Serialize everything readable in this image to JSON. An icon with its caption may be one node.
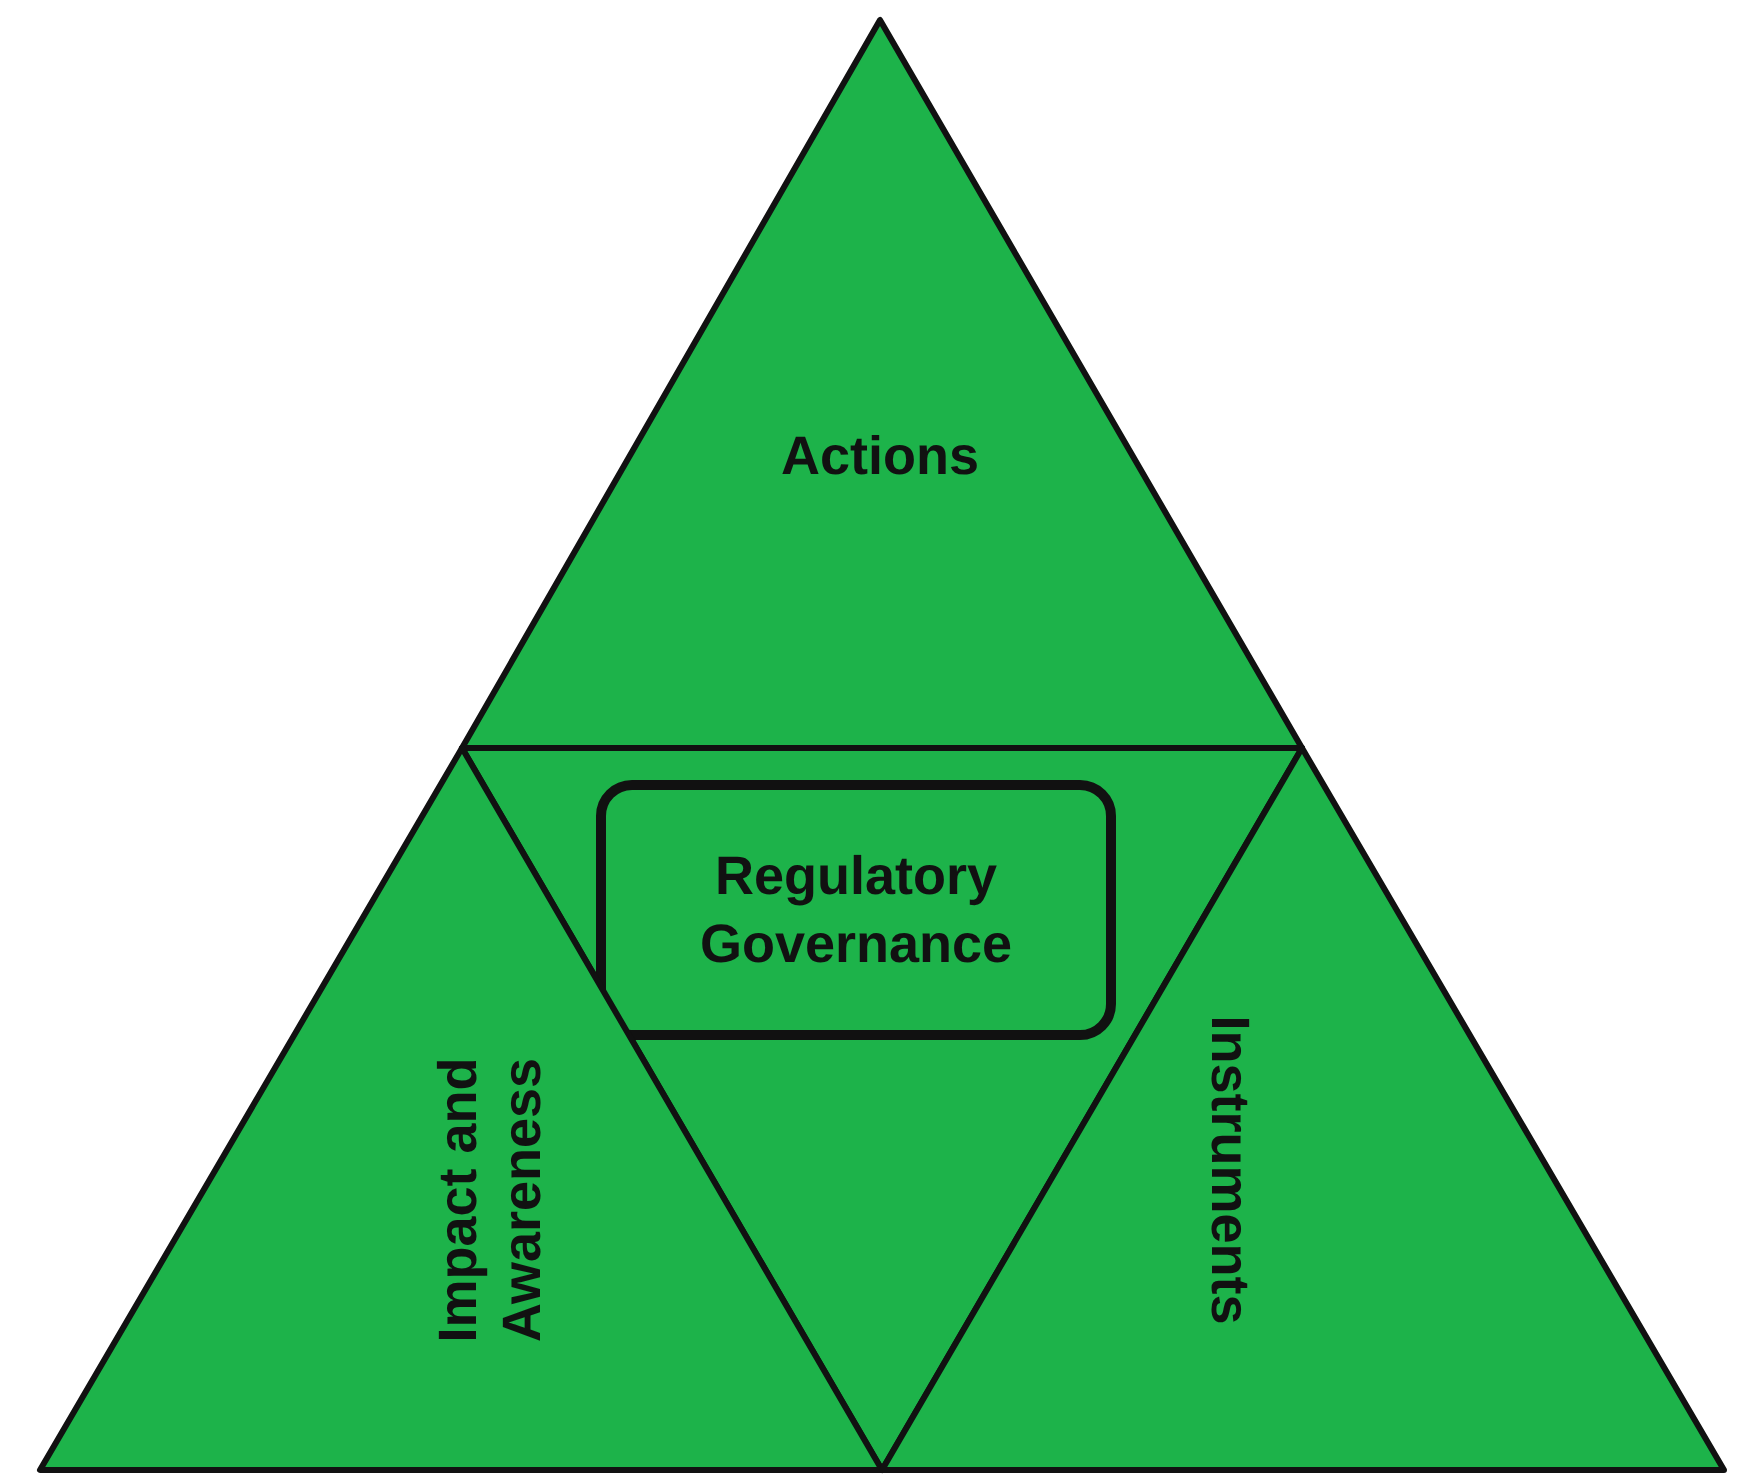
{
  "diagram": {
    "nodes": [
      {
        "text": [
          "Actions"
        ]
      },
      {
        "text": [],
        "shape": "triangle"
      },
      {
        "text": [
          "Regulatory Governance"
        ],
        "in": 1
      },
      {
        "text": [
          "Impact and Awareness"
        ]
      },
      {
        "text": [
          "Instruments"
        ]
      }
    ]
  }
}
